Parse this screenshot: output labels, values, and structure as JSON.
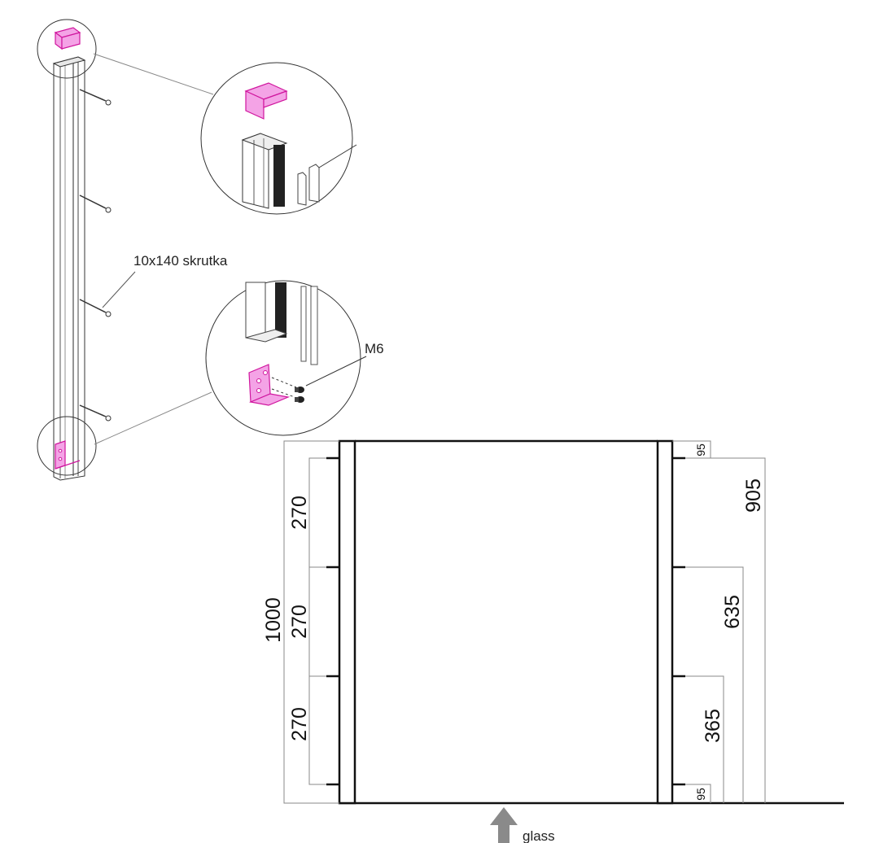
{
  "labels": {
    "screw": "10x140 skrutka",
    "bolt": "M6",
    "glass": "glass"
  },
  "dimensions": {
    "total_height": "1000",
    "spacing_top": "270",
    "spacing_middle": "270",
    "spacing_bottom": "270",
    "offset_top": "95",
    "offset_bottom": "95",
    "height_905": "905",
    "height_635": "635",
    "height_365": "365"
  },
  "colors": {
    "accent": "#d0169e",
    "accent_fill": "#f4a3e6",
    "line": "#111111",
    "dim_line": "#888888",
    "arrow": "#8a8a8a"
  }
}
